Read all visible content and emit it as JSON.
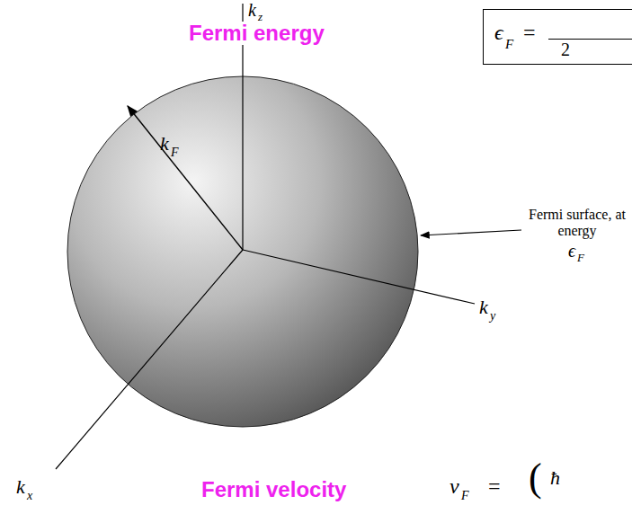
{
  "diagram": {
    "nodes": [
      {
        "text": [
          "ϵ",
          "F",
          "=",
          "2"
        ]
      }
    ],
    "labels": [
      "Fermi energy",
      "k",
      "z",
      "k",
      "F",
      "Fermi surface, at energy",
      "ϵ",
      "F",
      "k",
      "y",
      "k",
      "x",
      "Fermi velocity",
      "v",
      "F",
      "=",
      "(",
      "ħ"
    ]
  }
}
